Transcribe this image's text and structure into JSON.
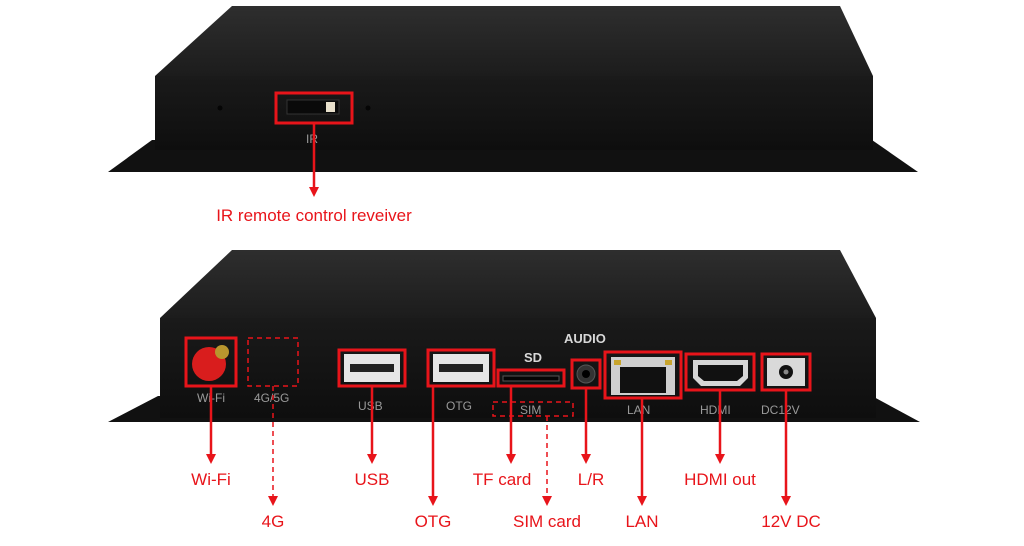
{
  "top_device": {
    "silkscreen": {
      "ir": "IR"
    },
    "callout": "IR remote control reveiver"
  },
  "bottom_device": {
    "silkscreen": {
      "audio": "AUDIO",
      "sd": "SD",
      "wifi": "Wi-Fi",
      "g4g5": "4G/5G",
      "usb": "USB",
      "otg": "OTG",
      "sim": "SIM",
      "lan": "LAN",
      "hdmi": "HDMI",
      "dc": "DC12V"
    },
    "callouts": {
      "wifi": "Wi-Fi",
      "g4": "4G",
      "usb": "USB",
      "otg": "OTG",
      "tf": "TF card",
      "sim": "SIM card",
      "lr": "L/R",
      "lan": "LAN",
      "hdmi": "HDMI out",
      "dc": "12V DC"
    }
  },
  "colors": {
    "callout": "#e8141a",
    "device_body": "#161616",
    "device_top": "#262626"
  }
}
